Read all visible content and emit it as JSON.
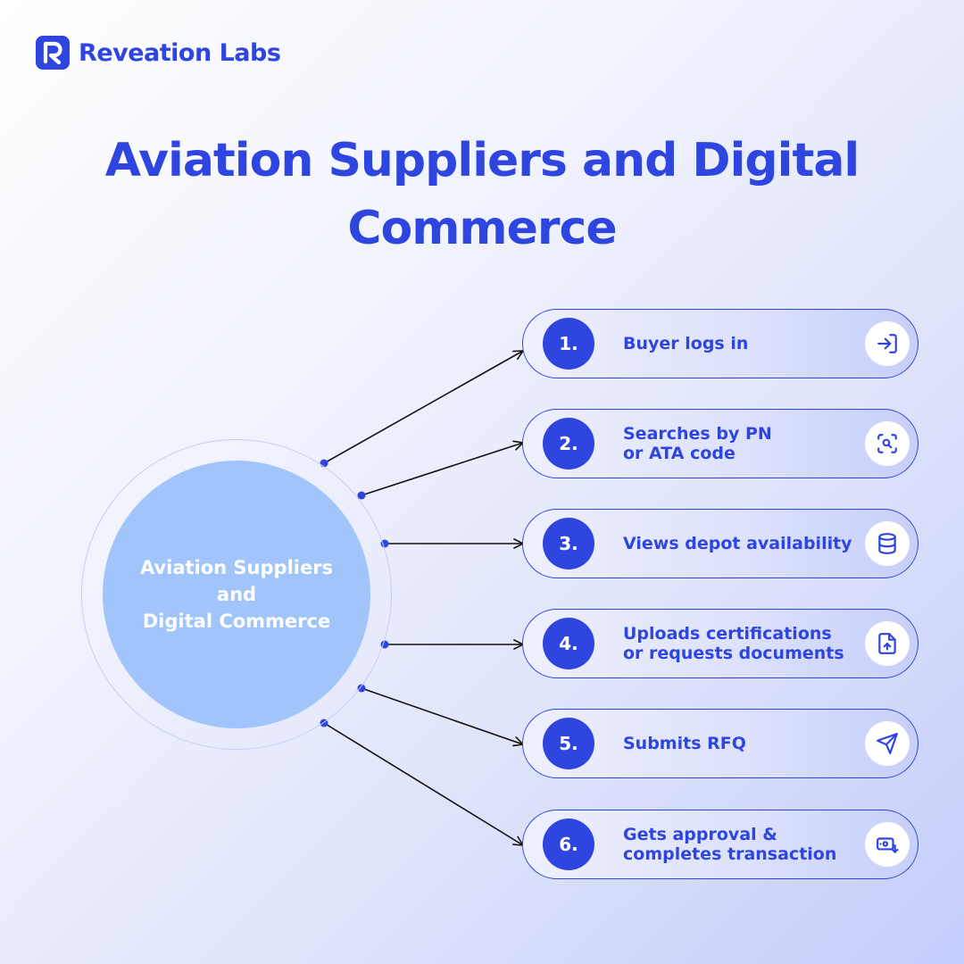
{
  "brand": {
    "name": "Reveation Labs",
    "logo_icon": "reveation-r-logo-icon"
  },
  "title": {
    "line1": "Aviation Suppliers and Digital",
    "line2": "Commerce"
  },
  "hub": {
    "line1": "Aviation Suppliers",
    "line2": "and",
    "line3": "Digital Commerce"
  },
  "steps": [
    {
      "number": "1.",
      "line1": "Buyer logs in",
      "line2": "",
      "icon": "login-icon"
    },
    {
      "number": "2.",
      "line1": "Searches by PN",
      "line2": "or ATA code",
      "icon": "scan-search-icon"
    },
    {
      "number": "3.",
      "line1": "Views depot availability",
      "line2": "",
      "icon": "database-icon"
    },
    {
      "number": "4.",
      "line1": "Uploads certifications",
      "line2": "or requests documents",
      "icon": "file-upload-icon"
    },
    {
      "number": "5.",
      "line1": "Submits RFQ",
      "line2": "",
      "icon": "send-icon"
    },
    {
      "number": "6.",
      "line1": "Gets approval &",
      "line2": "completes transaction",
      "icon": "payment-icon"
    }
  ],
  "colors": {
    "primary": "#2f45e0",
    "hub_fill": "#a1c5fb",
    "background_start": "#ffffff",
    "background_end": "#c5cdfb"
  }
}
